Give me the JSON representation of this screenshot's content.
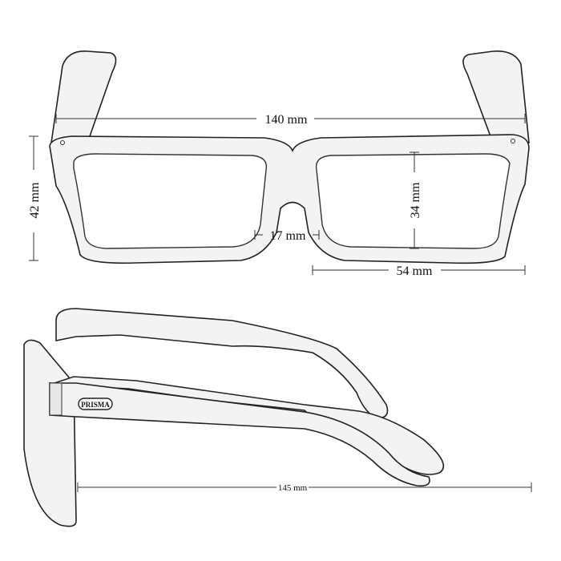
{
  "dimensions": {
    "frame_width": "140 mm",
    "frame_height": "42 mm",
    "lens_height": "34 mm",
    "bridge_width": "17 mm",
    "lens_width": "54 mm",
    "temple_length": "145 mm"
  },
  "logo": "PRISMA"
}
